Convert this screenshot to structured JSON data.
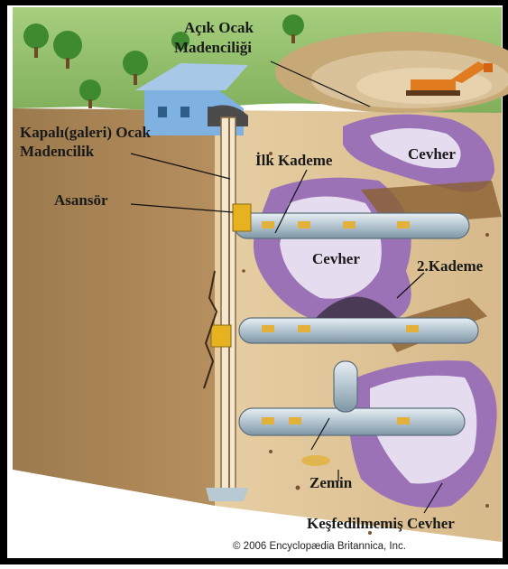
{
  "labels": {
    "open_pit": [
      "Açık Ocak",
      "Madenciliği"
    ],
    "underground": [
      "Kapalı(galeri) Ocak",
      "Madencilik"
    ],
    "first_level": "İlk Kademe",
    "ore_top": "Cevher",
    "elevator": "Asansör",
    "ore_middle": "Cevher",
    "second_level": "2.Kademe",
    "floor": "Zemin",
    "undiscovered_ore": "Keşfedilmemiş Cevher"
  },
  "copyright": "© 2006 Encyclopædia Britannica, Inc.",
  "colors": {
    "sky_grass": "#8fbf6a",
    "soil": "#d8b98a",
    "soil_dark": "#8a6a45",
    "ore": "#9a72b5",
    "ore_light": "#e6dcef",
    "tunnel": "#b9c9d3",
    "frame": "#000000"
  }
}
